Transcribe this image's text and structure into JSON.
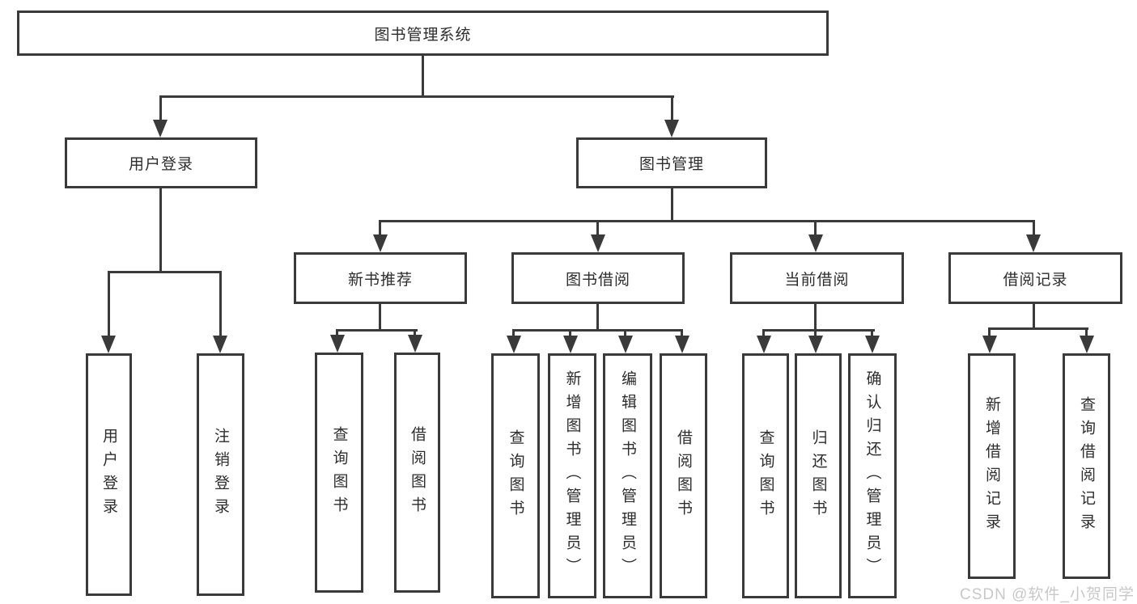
{
  "diagram": {
    "title": "图书管理系统",
    "nodes": {
      "root": "图书管理系统",
      "user_login": "用户登录",
      "book_management": "图书管理",
      "new_book_recommend": "新书推荐",
      "book_borrow": "图书借阅",
      "current_borrow": "当前借阅",
      "borrow_records": "借阅记录",
      "leaf_user_login": "用户登录",
      "leaf_logout": "注销登录",
      "leaf_nb_query_books": "查询图书",
      "leaf_nb_borrow_books": "借阅图书",
      "leaf_bb_query_books": "查询图书",
      "leaf_bb_add_books_admin": "新增图书（管理员）",
      "leaf_bb_edit_books_admin": "编辑图书（管理员）",
      "leaf_bb_borrow_books": "借阅图书",
      "leaf_cb_query_books": "查询图书",
      "leaf_cb_return_books": "归还图书",
      "leaf_cb_confirm_return_admin": "确认归还（管理员）",
      "leaf_br_add_record": "新增借阅记录",
      "leaf_br_query_record": "查询借阅记录"
    },
    "colors": {
      "line": "#3a3a3a",
      "text": "#2d2d2d",
      "background": "#ffffff",
      "watermark": "#c8c8c8"
    }
  },
  "watermark": "CSDN @软件_小贺同学"
}
